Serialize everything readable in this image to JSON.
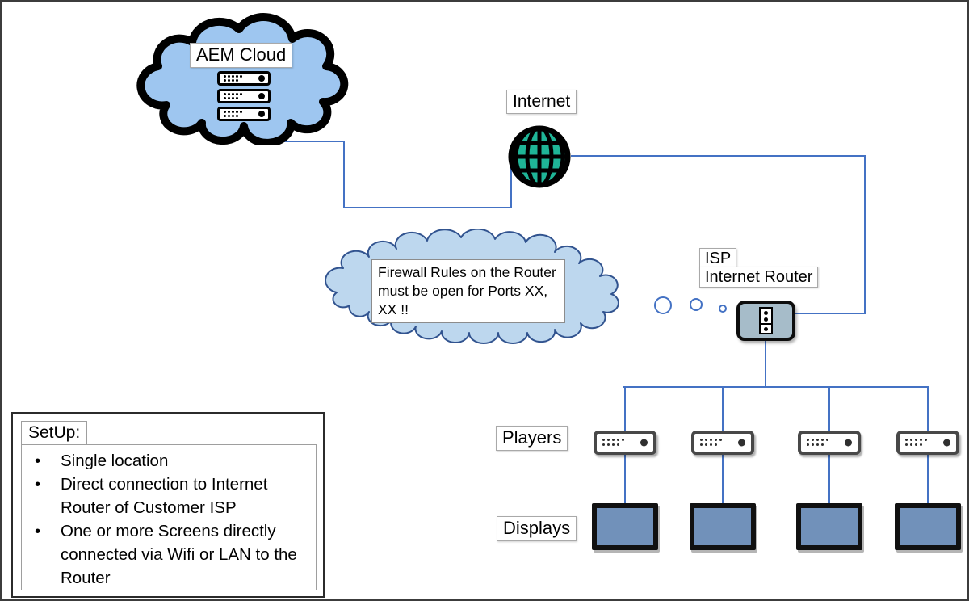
{
  "cloud": {
    "label": "AEM Cloud",
    "icon": "cloud-icon",
    "contains": "server-stack-icon",
    "server_count": 3
  },
  "internet": {
    "label": "Internet",
    "icon": "globe-icon"
  },
  "note": {
    "icon": "thought-cloud-icon",
    "text": "Firewall Rules on the Router must be open for Ports XX, XX !!"
  },
  "router": {
    "icon": "router-icon",
    "labels": {
      "line1": "ISP",
      "line2": "Internet Router"
    }
  },
  "players": {
    "label": "Players",
    "count": 4,
    "icon": "media-player-icon"
  },
  "displays": {
    "label": "Displays",
    "count": 4,
    "icon": "display-icon"
  },
  "setup": {
    "title": "SetUp:",
    "bullets": [
      "Single location",
      "Direct connection to Internet Router of Customer ISP",
      "One or more Screens directly connected via Wifi or LAN to the Router"
    ]
  },
  "colors": {
    "accent_line": "#4472C4",
    "cloud_fill": "#9EC6F0",
    "note_cloud_fill": "#BDD7EE",
    "note_cloud_stroke": "#31538F",
    "globe_fill": "#1FB597",
    "router_fill": "#A6BCC9",
    "display_fill": "#7191BA"
  }
}
